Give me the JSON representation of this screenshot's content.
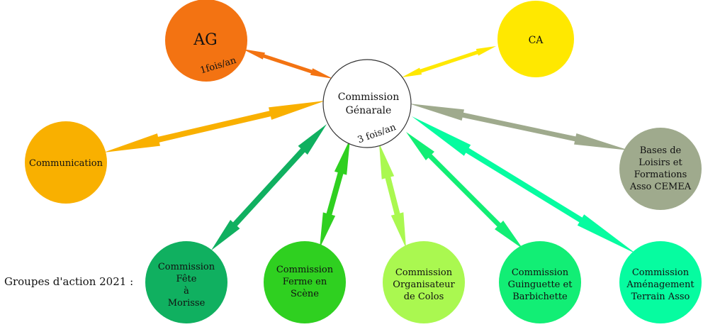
{
  "groups_label": "Groupes d'action 2021  :",
  "center": {
    "line1": "Commission",
    "line2": "Génarale",
    "frequency": "3 fois/an",
    "fill": "#ffffff",
    "stroke": "#333333"
  },
  "nodes": {
    "ag": {
      "label": "AG",
      "frequency": "1fois/an",
      "color": "#f37312"
    },
    "ca": {
      "label": "CA",
      "color": "#ffe800"
    },
    "communication": {
      "label": "Communication",
      "color": "#f9b000"
    },
    "bases": {
      "lines": [
        "Bases de",
        "Loisirs et",
        "Formations",
        "Asso CEMEA"
      ],
      "color": "#9faa8d"
    },
    "fete": {
      "lines": [
        "Commission",
        "Fête",
        "à",
        "Morisse"
      ],
      "color": "#10b060"
    },
    "ferme": {
      "lines": [
        "Commission",
        "Ferme en",
        "Scène"
      ],
      "color": "#2fd020"
    },
    "colos": {
      "lines": [
        "Commission",
        "Organisateur",
        "de Colos"
      ],
      "color": "#aaf850"
    },
    "guinguette": {
      "lines": [
        "Commission",
        "Guinguette et",
        "Barbichette"
      ],
      "color": "#12ee75"
    },
    "terrain": {
      "lines": [
        "Commission",
        "Aménagement",
        "Terrain Asso"
      ],
      "color": "#06fca0"
    }
  }
}
